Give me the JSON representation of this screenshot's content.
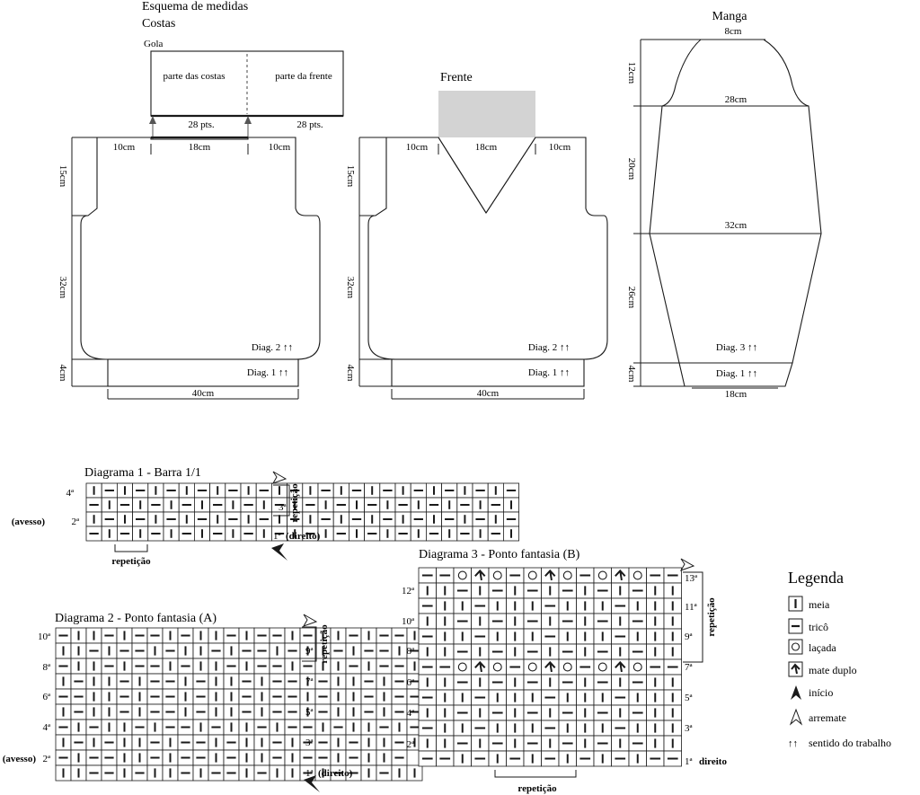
{
  "schematic": {
    "title": "Esquema de medidas",
    "costas": "Costas",
    "gola": "Gola",
    "parte_costas": "parte das costas",
    "parte_frente": "parte da frente",
    "gola_pts_left": "28 pts.",
    "gola_pts_right": "28 pts.",
    "frente": "Frente",
    "manga": "Manga",
    "m10": "10cm",
    "m18": "18cm",
    "m15": "15cm",
    "m32": "32cm",
    "m4": "4cm",
    "m40": "40cm",
    "diag1": "Diag. 1 ↑↑",
    "diag2": "Diag. 2 ↑↑",
    "diag3": "Diag. 3 ↑↑",
    "s8": "8cm",
    "s12": "12cm",
    "s28": "28cm",
    "s20": "20cm",
    "s32": "32cm",
    "s26": "26cm",
    "s4": "4cm",
    "s18": "18cm"
  },
  "diagram1": {
    "title": "Diagrama 1 - Barra 1/1",
    "rows": [
      "|-|-|-|-|-|-|-|-|-|-|-|-|-|-",
      "-|-|-|-|-|-|-|-|-|-|-|-|-|-|",
      "|-|-|-|-|-|-|-|-|-|-|-|-|-|-",
      "-|-|-|-|-|-|-|-|-|-|-|-|-|-|"
    ],
    "repeticao": "repetição",
    "side_repeticao": "repetição",
    "avesso": "(avesso)",
    "direito": "(direito)",
    "row_labels": {
      "r4": "4ª",
      "r3": "3ª",
      "r2": "2ª",
      "r1": "1ª"
    }
  },
  "diagram2": {
    "title": "Diagrama 2 - Ponto fantasia (A)",
    "rows": [
      "-||-|--|-||-|--|-||-|--|-",
      "||-|--|-||-|--|-||-|--|-||",
      "-||-|--|-||-|--|-||-|--|-",
      "|-||-|--|-||-|--|-||-|--|",
      "--||-|--|-||-|--|-||-|--|",
      "|-||-|--|-||-|--|-||-|--|",
      "-|-||-|--|-||-|--|-||-|-",
      "|-|-||-|--|-||-|--|-||-|",
      "-|--||-|--|-||-|--|-||-",
      "||--|-||-|--|-||-|--|-||"
    ],
    "side_repeticao": "repetição",
    "avesso": "(avesso)",
    "direito": "(direito)",
    "row_labels": {
      "r10": "10ª",
      "r9": "9ª",
      "r8": "8ª",
      "r7": "7ª",
      "r6": "6ª",
      "r5": "5ª",
      "r4": "4ª",
      "r3": "3ª",
      "r2": "2ª",
      "r1": "1ª"
    }
  },
  "diagram3": {
    "title": "Diagrama 3 - Ponto fantasia (B)",
    "rows": [
      "--oAo-oAo-oAo--",
      "||-|-|-|-|-|-||",
      "-||-|||-|||-|||",
      "||-|-|-|-|-|-||",
      "-||-|||-|||-|||",
      "||-|-|-|-|-|-||",
      "--oAo-oAo-oAo--",
      "||-|-|-|-|-|-||",
      "-||-|||-|||-|||",
      "||-|-|-|-|-|-||",
      "-||-|||-|||-|||",
      "||-|-|-|-|-|-||",
      "--|-|-|-|-|-|--"
    ],
    "repeticao": "repetição",
    "side_repeticao": "repetição",
    "direito": "direito",
    "row_labels": {
      "r13": "13ª",
      "r12": "12ª",
      "r11": "11ª",
      "r10": "10ª",
      "r9": "9ª",
      "r8": "8ª",
      "r7": "7ª",
      "r6": "6ª",
      "r5": "5ª",
      "r4": "4ª",
      "r3": "3ª",
      "r2": "2ª",
      "r1": "1ª"
    }
  },
  "legend": {
    "title": "Legenda",
    "items": [
      {
        "icon": "vertical-bar-icon",
        "label": "meia"
      },
      {
        "icon": "horizontal-bar-icon",
        "label": "tricô"
      },
      {
        "icon": "circle-icon",
        "label": "laçada"
      },
      {
        "icon": "double-decrease-icon",
        "label": "mate duplo"
      },
      {
        "icon": "filled-arrowhead-icon",
        "label": "início"
      },
      {
        "icon": "outline-arrowhead-icon",
        "label": "arremate"
      },
      {
        "icon": "double-up-arrow-icon",
        "label": "sentido do trabalho"
      }
    ],
    "arrows_symbol": "↑↑"
  },
  "colors": {
    "ink": "#1a1a1a",
    "shade": "#d3d3d3",
    "arrow_gray": "#555555"
  }
}
